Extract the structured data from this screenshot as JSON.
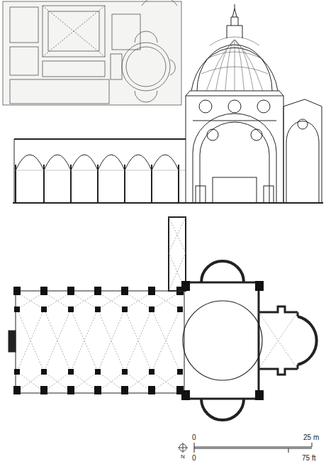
{
  "diagram": {
    "labels": [
      "N",
      "0",
      "25 m",
      "0",
      "75 ft"
    ]
  }
}
